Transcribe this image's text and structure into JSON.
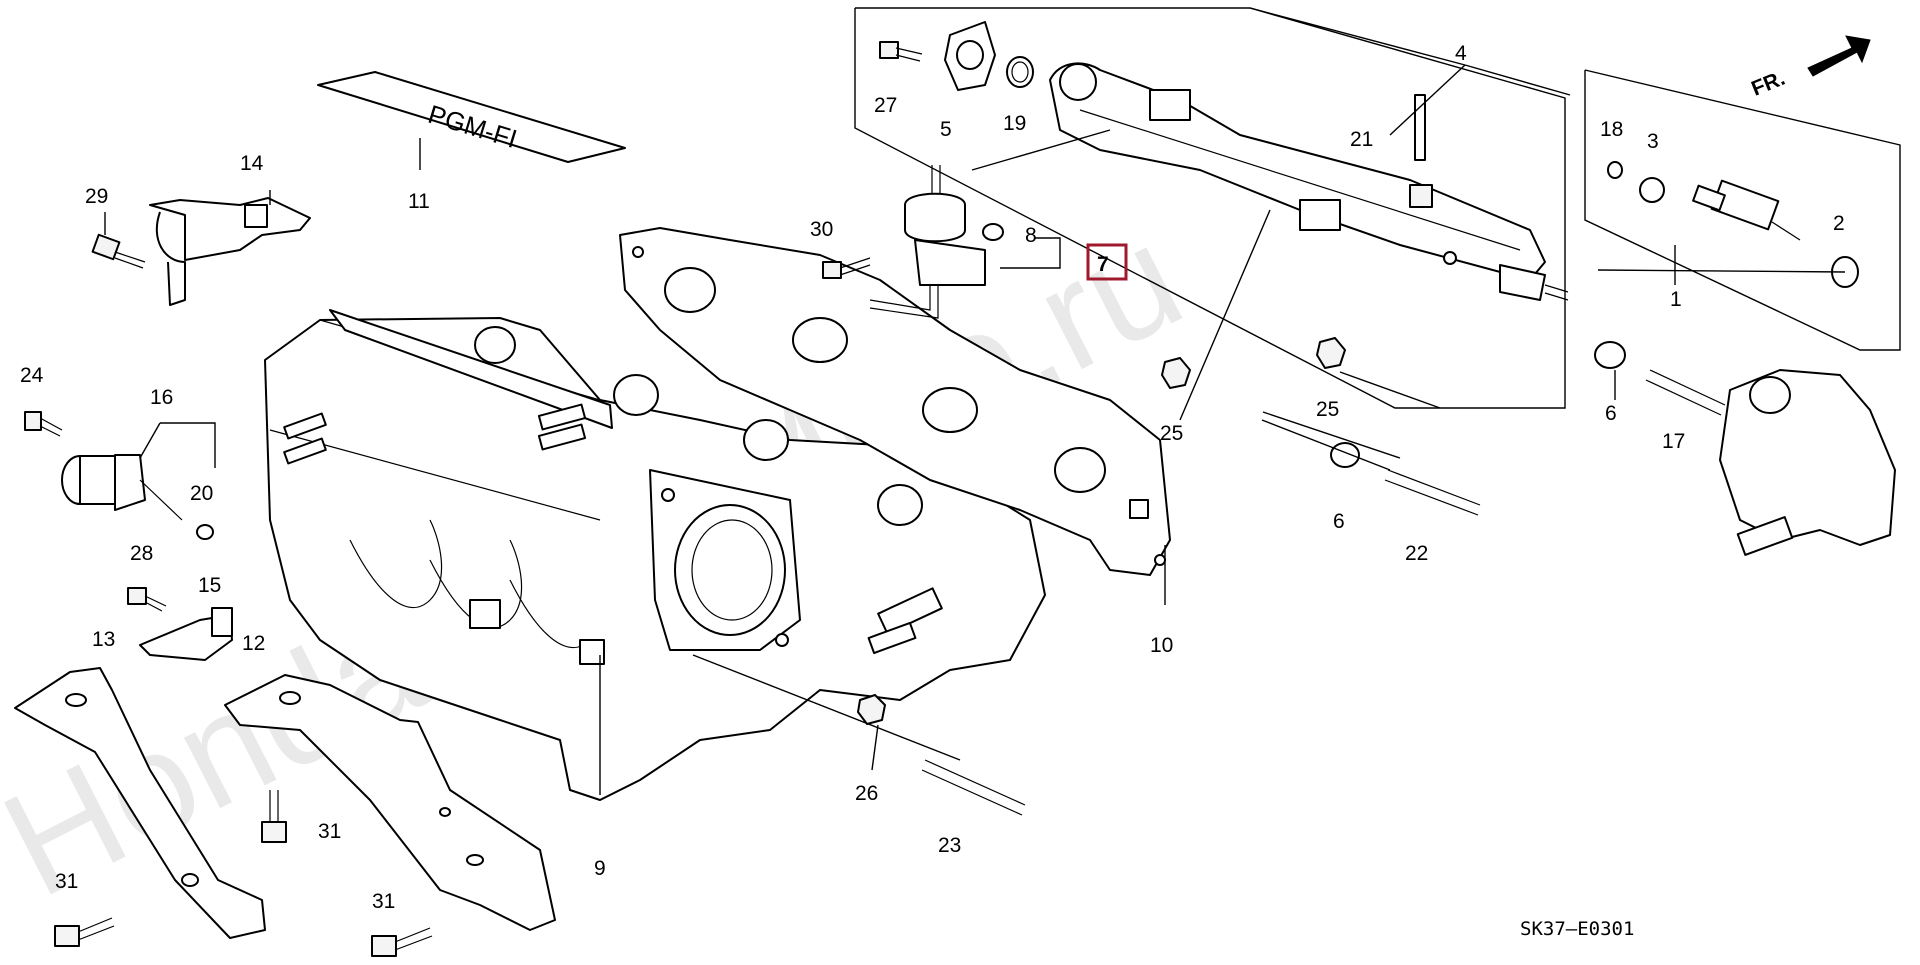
{
  "diagram": {
    "drawing_code": "SK37–E0301",
    "watermark": "HondaPartsMine.ru",
    "front_arrow_label": "FR.",
    "decal_text": "PGM-FI",
    "highlighted_callout": "7",
    "highlight_color": "#a0182c",
    "callouts": {
      "c1": "1",
      "c2": "2",
      "c3": "3",
      "c4": "4",
      "c5": "5",
      "c6a": "6",
      "c6b": "6",
      "c7": "7",
      "c8": "8",
      "c9": "9",
      "c10": "10",
      "c11": "11",
      "c12": "12",
      "c13": "13",
      "c14": "14",
      "c15": "15",
      "c16": "16",
      "c17": "17",
      "c18": "18",
      "c19": "19",
      "c20": "20",
      "c21": "21",
      "c22": "22",
      "c23": "23",
      "c24": "24",
      "c25a": "25",
      "c25b": "25",
      "c26": "26",
      "c27": "27",
      "c28": "28",
      "c29": "29",
      "c30": "30",
      "c31a": "31",
      "c31b": "31",
      "c31c": "31"
    }
  }
}
